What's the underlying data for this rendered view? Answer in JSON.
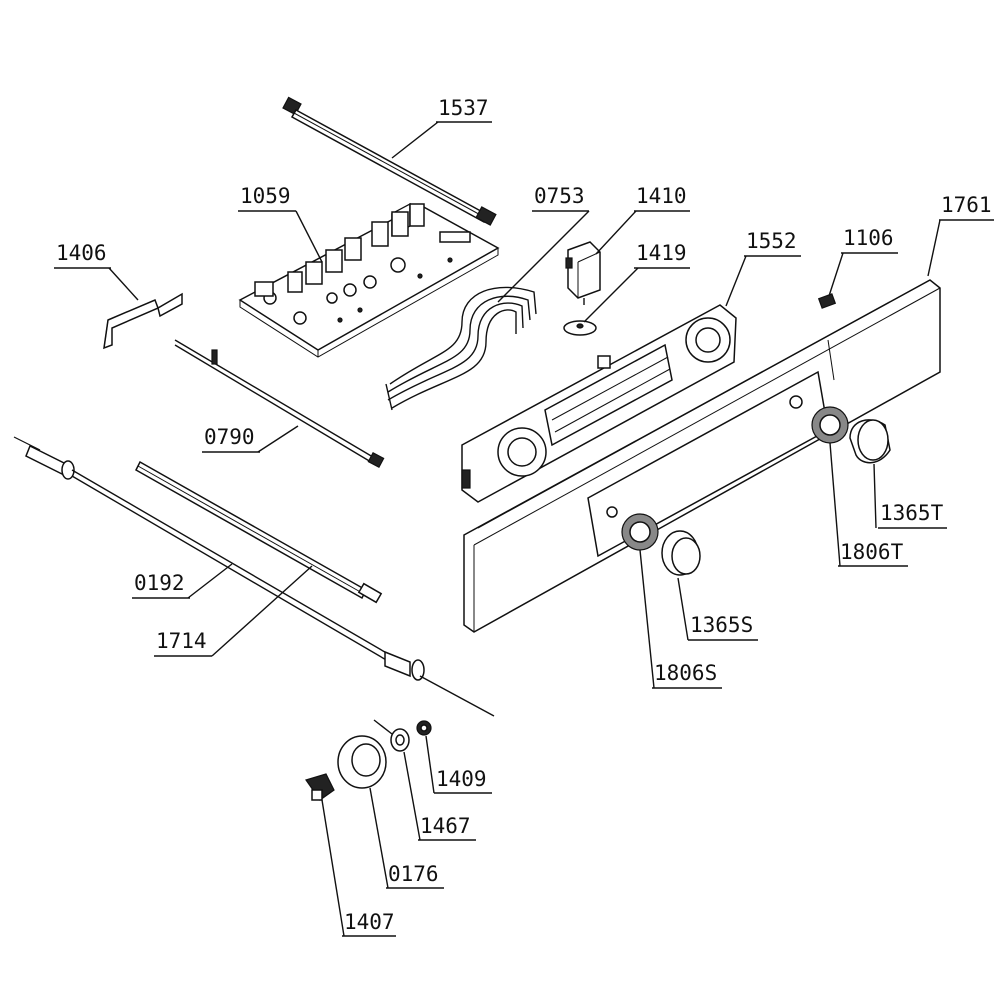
{
  "parts": {
    "p1537": "1537",
    "p1059": "1059",
    "p0753": "0753",
    "p1410": "1410",
    "p1761": "1761",
    "p1406": "1406",
    "p1552": "1552",
    "p1106": "1106",
    "p1419": "1419",
    "p0790": "0790",
    "p1365T": "1365T",
    "p1806T": "1806T",
    "p0192": "0192",
    "p1365S": "1365S",
    "p1714": "1714",
    "p1806S": "1806S",
    "p1409": "1409",
    "p1467": "1467",
    "p0176": "0176",
    "p1407": "1407"
  }
}
